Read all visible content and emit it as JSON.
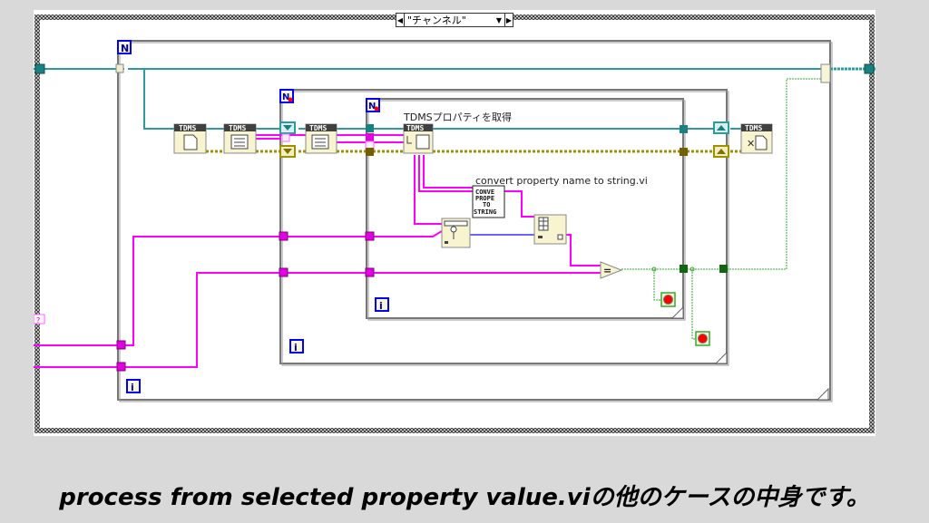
{
  "case_selector": {
    "value": "\"チャンネル\"",
    "dropdown_icon": "triangle-down",
    "prev_icon": "triangle-left",
    "next_icon": "triangle-right"
  },
  "loops": {
    "outer_for_count_label": "N",
    "middle_for_count_label": "N",
    "inner_for_count_label": "N",
    "iteration_label": "i"
  },
  "nodes": {
    "tdms_header": "TDMS",
    "get_properties_label": "TDMSプロパティを取得",
    "subvi_label": "convert property name to string.vi",
    "subvi_icon_lines": [
      "CONVE",
      "PROPE",
      "TO",
      "STRING"
    ],
    "equal_symbol": "="
  },
  "colors": {
    "refnum_wire": "#2e9c9c",
    "error_wire": "#a09000",
    "string_wire": "#ff00ff",
    "boolean_wire": "#33aa33",
    "numeric_wire": "#3333ff",
    "loop_label_border": "#0000ff",
    "stop_red": "#ff0000"
  },
  "caption": "process from selected property value.viの他のケースの中身です。"
}
